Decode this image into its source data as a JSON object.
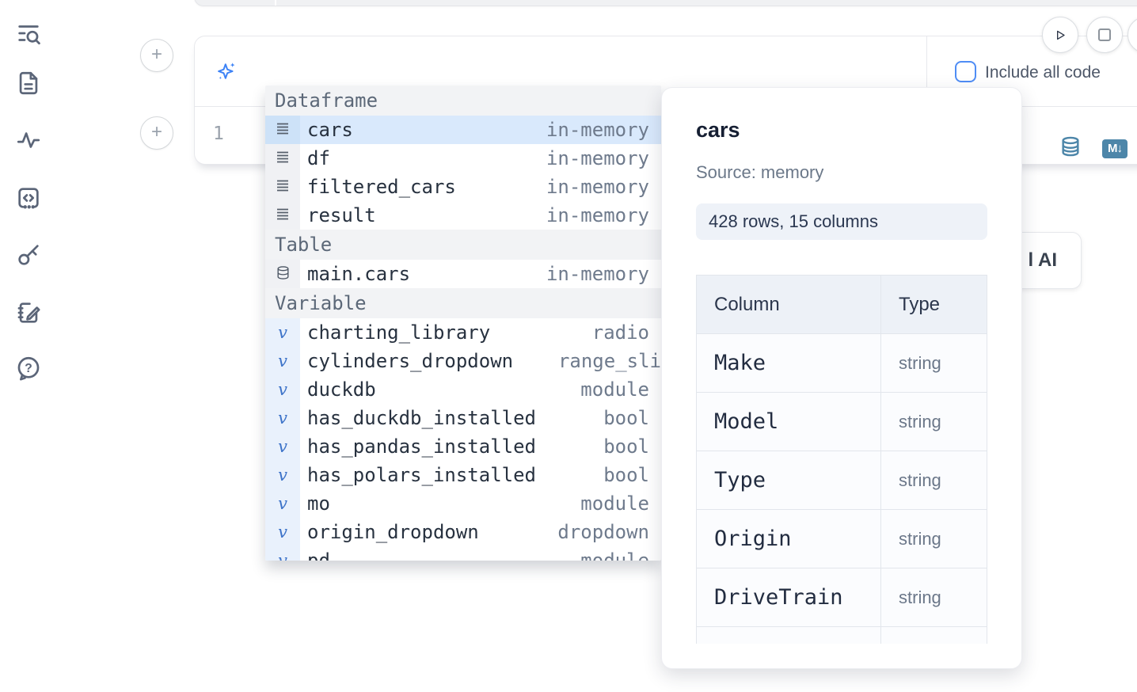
{
  "sidebar": {
    "icons": [
      "list-search",
      "file-text",
      "activity",
      "code-snippets",
      "key",
      "notebook-pen",
      "help-chat"
    ]
  },
  "toolbar": {
    "include_all_code_label": "Include all code"
  },
  "prompt": {
    "value": "@"
  },
  "editor": {
    "line_number": "1",
    "markdown_badge": "M↓"
  },
  "autocomplete": {
    "sections": [
      {
        "label": "Dataframe",
        "items": [
          {
            "name": "cars",
            "detail": "in-memory",
            "selected": true
          },
          {
            "name": "df",
            "detail": "in-memory"
          },
          {
            "name": "filtered_cars",
            "detail": "in-memory"
          },
          {
            "name": "result",
            "detail": "in-memory"
          }
        ]
      },
      {
        "label": "Table",
        "items": [
          {
            "name": "main.cars",
            "detail": "in-memory"
          }
        ]
      },
      {
        "label": "Variable",
        "items": [
          {
            "name": "charting_library",
            "detail": "radio"
          },
          {
            "name": "cylinders_dropdown",
            "detail": "range_sli"
          },
          {
            "name": "duckdb",
            "detail": "module"
          },
          {
            "name": "has_duckdb_installed",
            "detail": "bool"
          },
          {
            "name": "has_pandas_installed",
            "detail": "bool"
          },
          {
            "name": "has_polars_installed",
            "detail": "bool"
          },
          {
            "name": "mo",
            "detail": "module"
          },
          {
            "name": "origin_dropdown",
            "detail": "dropdown"
          },
          {
            "name": "pd",
            "detail": "module"
          }
        ]
      }
    ]
  },
  "tooltip": {
    "title": "cars",
    "source": "Source: memory",
    "shape": "428 rows, 15 columns",
    "table": {
      "headers": [
        "Column",
        "Type"
      ],
      "rows": [
        {
          "column": "Make",
          "type": "string"
        },
        {
          "column": "Model",
          "type": "string"
        },
        {
          "column": "Type",
          "type": "string"
        },
        {
          "column": "Origin",
          "type": "string"
        },
        {
          "column": "DriveTrain",
          "type": "string"
        }
      ]
    }
  },
  "ai_button": {
    "visible_label": "l AI"
  },
  "colors": {
    "accent_blue": "#3c82f6",
    "steel_blue": "#4d86a9",
    "selection_blue": "#d9e9fc",
    "sidebar_icon": "#5b6578"
  }
}
